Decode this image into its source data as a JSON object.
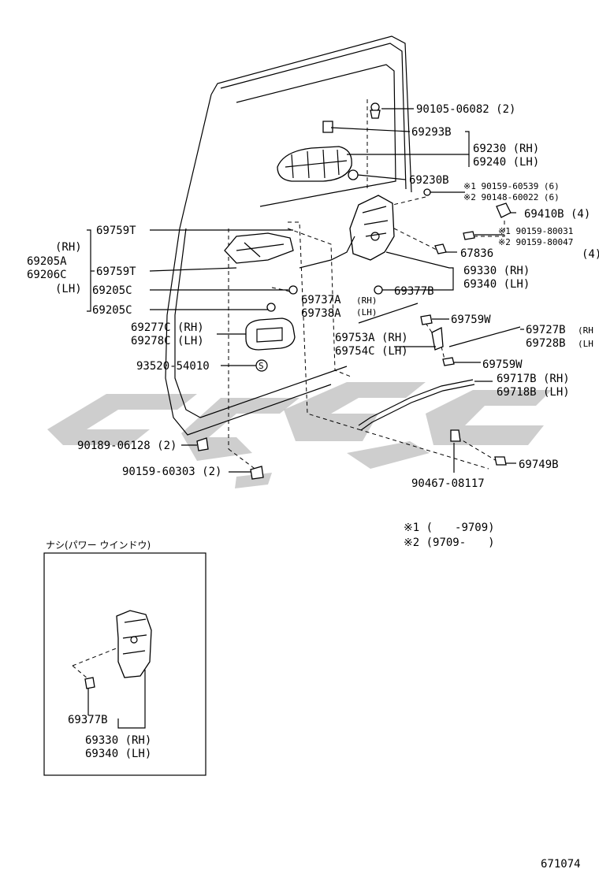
{
  "labels": {
    "p90105": "90105-06082 (2)",
    "p69293b": "69293B",
    "p69230": "69230 (RH)",
    "p69240": "69240 (LH)",
    "p69230b": "69230B",
    "p90159_60539": "※1 90159-60539 (6)",
    "p90148_60022": "※2 90148-60022 (6)",
    "p69410b": "69410B (4)",
    "p90159_80031": "※1 90159-80031",
    "p90159_80047": "※2 90159-80047",
    "p4": "(4)",
    "p67836": "67836",
    "p69330": "69330 (RH)",
    "p69340": "69340 (LH)",
    "p69377b": "69377B",
    "p69759t_1": "69759T",
    "rh": "(RH)",
    "p69205a": "69205A",
    "p69206c": "69206C",
    "lh": "(LH)",
    "p69759t_2": "69759T",
    "p69205c_1": "69205C",
    "p69205c_2": "69205C",
    "p69737a": "69737A",
    "rh_sm": "(RH)",
    "p69738a": "69738A",
    "lh_sm": "(LH)",
    "p69277c": "69277C (RH)",
    "p69278c": "69278C (LH)",
    "p93520": "93520-54010",
    "s_mark": "S",
    "p69759w_1": "69759W",
    "p69727b": "69727B",
    "rh_r": "(RH",
    "p69728b": "69728B",
    "lh_r": "(LH",
    "p69753a": "69753A (RH)",
    "p69754c": "69754C (LH)",
    "p69759w_2": "69759W",
    "p69717b": "69717B (RH)",
    "p69718b": "69718B (LH)",
    "p90189": "90189-06128 (2)",
    "p90159_60303": "90159-60303 (2)",
    "p69749b": "69749B",
    "p90467": "90467-08117",
    "note1": "※1 (　　-9709)",
    "note2": "※2 (9709-　　)",
    "inset_title": "ナシ(パワー ウインドウ)",
    "inset_69377b": "69377B",
    "inset_69330": "69330 (RH)",
    "inset_69340": "69340 (LH)",
    "figure_number": "671074"
  },
  "colors": {
    "line": "#000000",
    "watermark": "#bdbdbd",
    "background": "#ffffff"
  }
}
